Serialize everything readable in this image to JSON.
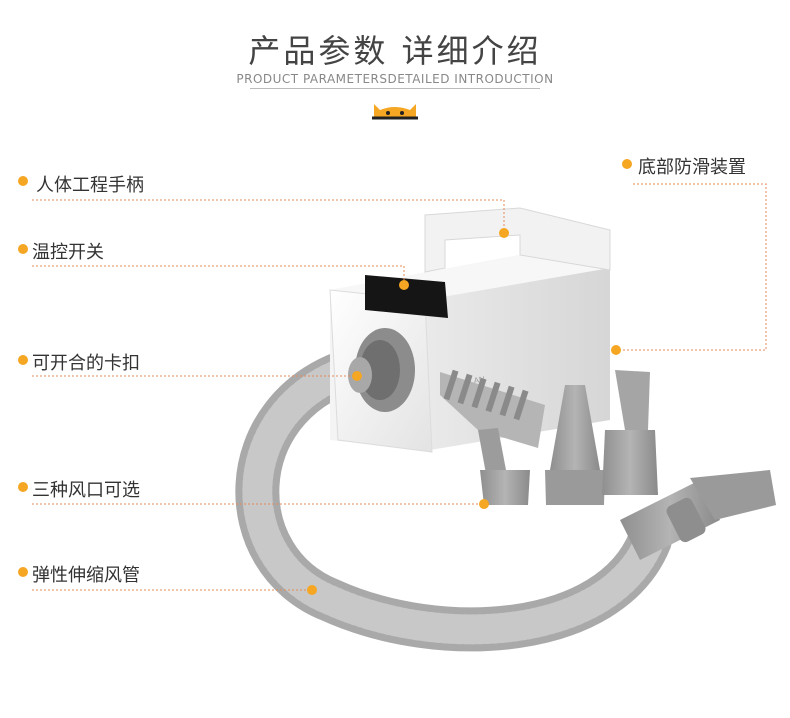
{
  "header": {
    "title": "产品参数 详细介绍",
    "subtitle": "PRODUCT PARAMETERSDETAILED INTRODUCTION"
  },
  "colors": {
    "accent": "#f5a623",
    "leader_line": "#e58a5a"
  },
  "icons": {
    "mascot": "cat-face-icon"
  },
  "features": {
    "handle": "人体工程手柄",
    "temp_switch": "温控开关",
    "clip": "可开合的卡扣",
    "nozzles": "三种风口可选",
    "hose": "弹性伸缩风管",
    "base": "底部防滑装置"
  }
}
